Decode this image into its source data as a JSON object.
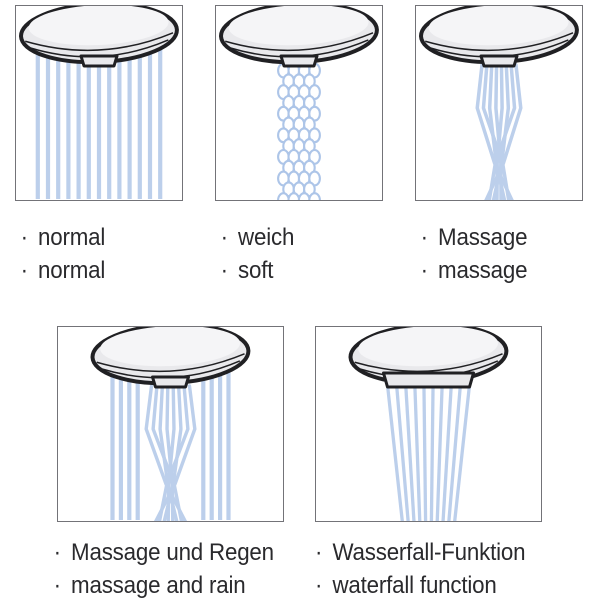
{
  "bullet": "·",
  "colors": {
    "stream": "#bccfeb",
    "bubble_stroke": "#adc5e8",
    "outline": "#202023",
    "head_base": "#e9e9ec",
    "head_top": "#f5f5f7",
    "panel_border": "#737378",
    "label_text": "#2a2a2d",
    "background": "#ffffff"
  },
  "panels": [
    {
      "id": "normal",
      "label_de": "normal",
      "label_en": "normal",
      "pattern": "parallel"
    },
    {
      "id": "soft",
      "label_de": "weich",
      "label_en": "soft",
      "pattern": "bubbles"
    },
    {
      "id": "massage",
      "label_de": "Massage",
      "label_en": "massage",
      "pattern": "cross"
    },
    {
      "id": "massage-rain",
      "label_de": "Massage und Regen",
      "label_en": "massage and rain",
      "pattern": "cross-and-parallel"
    },
    {
      "id": "waterfall",
      "label_de": "Wasserfall-Funktion",
      "label_en": "waterfall function",
      "pattern": "converging"
    }
  ]
}
